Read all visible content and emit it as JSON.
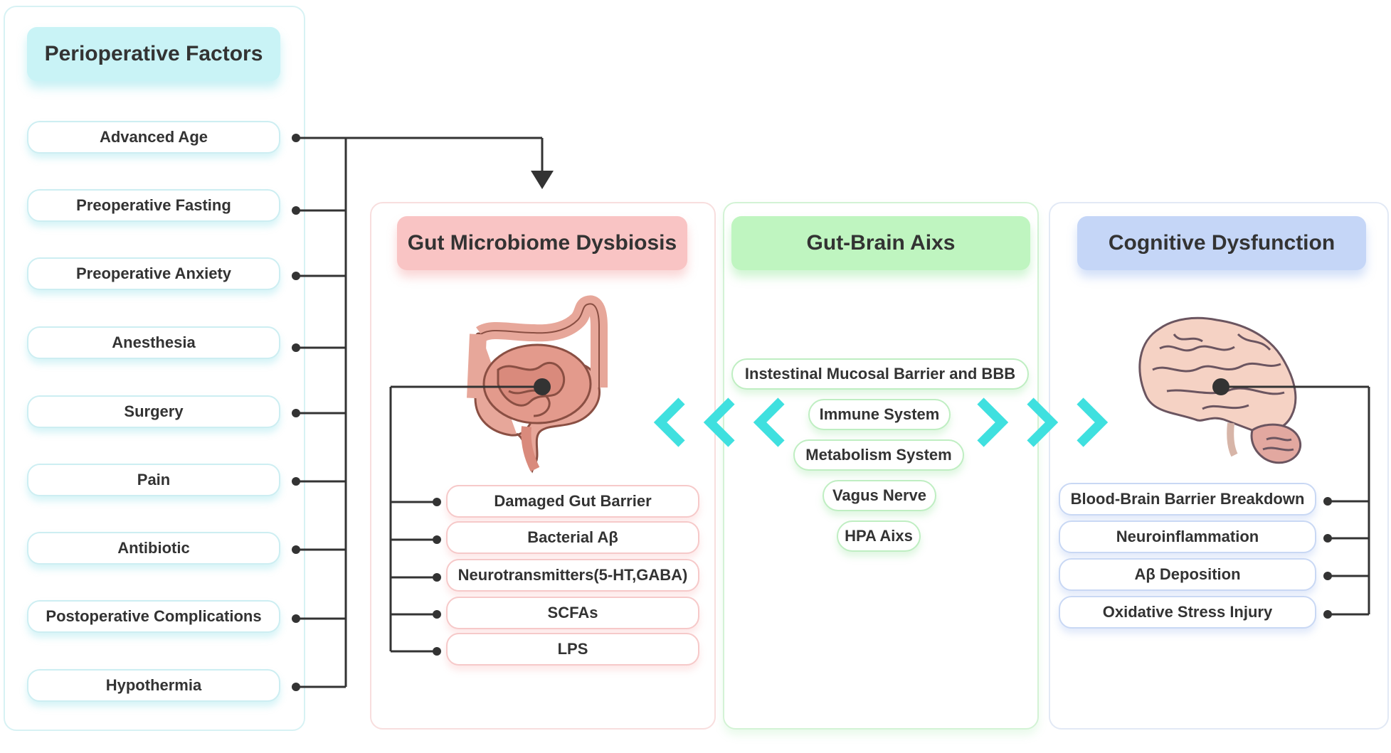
{
  "factors": {
    "title": "Perioperative Factors",
    "items": [
      "Advanced Age",
      "Preoperative Fasting",
      "Preoperative Anxiety",
      "Anesthesia",
      "Surgery",
      "Pain",
      "Antibiotic",
      "Postoperative Complications",
      "Hypothermia"
    ]
  },
  "gut": {
    "title": "Gut Microbiome Dysbiosis",
    "icon": "intestine-icon",
    "items": [
      "Damaged Gut Barrier",
      "Bacterial Aβ",
      "Neurotransmitters(5-HT,GABA)",
      "SCFAs",
      "LPS"
    ]
  },
  "axis": {
    "title": "Gut-Brain Aixs",
    "items": [
      "Instestinal Mucosal Barrier and BBB",
      "Immune System",
      "Metabolism System",
      "Vagus Nerve",
      "HPA Aixs"
    ]
  },
  "cognitive": {
    "title": "Cognitive Dysfunction",
    "icon": "brain-icon",
    "items": [
      "Blood-Brain Barrier Breakdown",
      "Neuroinflammation",
      "Aβ Deposition",
      "Oxidative Stress Injury"
    ]
  },
  "colors": {
    "factors_header": "#c9f3f6",
    "gut_header": "#f9c4c4",
    "axis_header": "#bff5c0",
    "cognitive_header": "#c5d6f7",
    "chevron": "#3fe0df",
    "connector": "#333333"
  }
}
